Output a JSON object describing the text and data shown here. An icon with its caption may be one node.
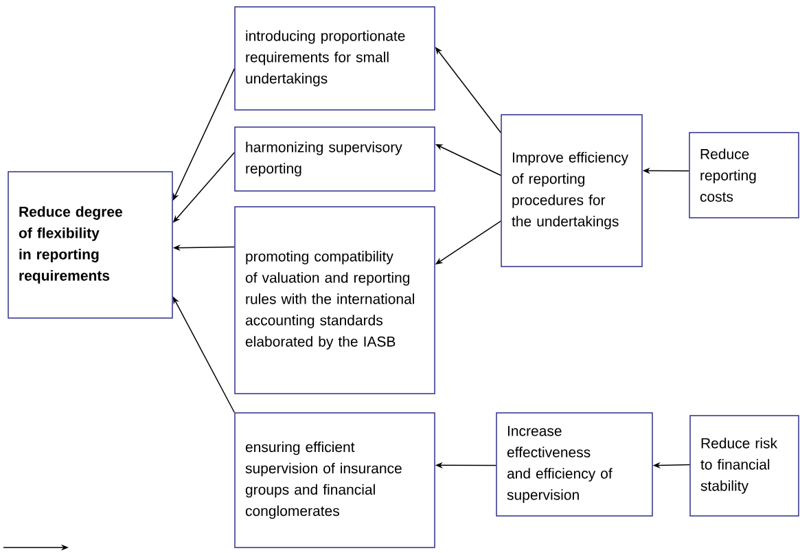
{
  "diagram": {
    "nodes": [
      {
        "text": [
          "Reduce degree of flexibility in reporting requirements"
        ]
      },
      {
        "text": [
          "introducing proportionate requirements for small undertakings"
        ]
      },
      {
        "text": [
          "harmonizing supervisory reporting"
        ]
      },
      {
        "text": [
          "promoting compatibility of valuation and reporting rules with the international accounting standards elaborated by the IASB"
        ]
      },
      {
        "text": [
          "ensuring efficient supervision of insurance groups and financial conglomerates"
        ]
      },
      {
        "text": [
          "Improve efficiency of reporting procedures for the undertakings"
        ]
      },
      {
        "text": [
          "Reduce reporting costs"
        ]
      },
      {
        "text": [
          "Increase effectiveness and efficiency of supervision"
        ]
      },
      {
        "text": [
          "Reduce risk to financial stability"
        ]
      }
    ],
    "edges": [
      {
        "from": 1,
        "to": 0,
        "arrow": "to"
      },
      {
        "from": 2,
        "to": 0,
        "arrow": "to"
      },
      {
        "from": 3,
        "to": 0,
        "arrow": "to"
      },
      {
        "from": 4,
        "to": 0,
        "arrow": "to"
      },
      {
        "from": 5,
        "to": 1,
        "arrow": "to"
      },
      {
        "from": 5,
        "to": 2,
        "arrow": "to"
      },
      {
        "from": 5,
        "to": 3,
        "arrow": "to"
      },
      {
        "from": 6,
        "to": 5,
        "arrow": "to"
      },
      {
        "from": 8,
        "to": 7,
        "arrow": "to"
      },
      {
        "from": 7,
        "to": 4,
        "arrow": "to"
      }
    ]
  }
}
